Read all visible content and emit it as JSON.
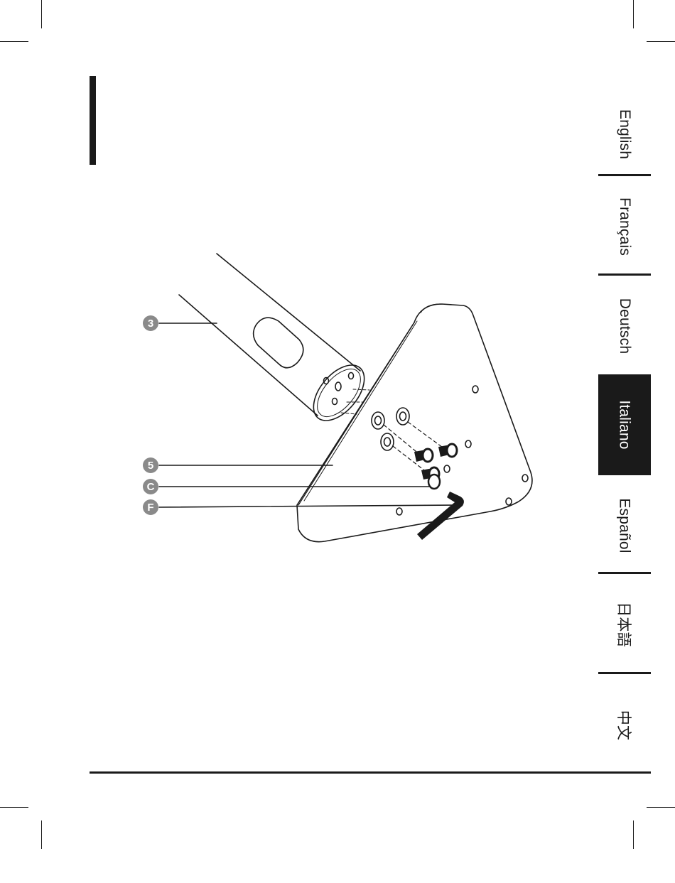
{
  "languages": [
    {
      "label": "English",
      "active": false
    },
    {
      "label": "Français",
      "active": false
    },
    {
      "label": "Deutsch",
      "active": false
    },
    {
      "label": "Italiano",
      "active": true
    },
    {
      "label": "Español",
      "active": false
    },
    {
      "label": "日本語",
      "active": false
    },
    {
      "label": "中文",
      "active": false
    }
  ],
  "callouts": {
    "part_3": "3",
    "part_5": "5",
    "part_c": "C",
    "part_f": "F"
  },
  "colors": {
    "ink": "#1a1a1a",
    "callout_fill": "#8a8a8a",
    "active_tab_text": "#ffffff"
  }
}
